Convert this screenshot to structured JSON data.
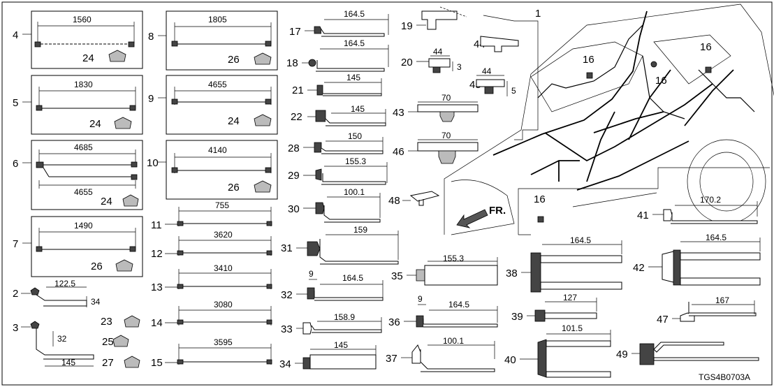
{
  "diagram": {
    "code": "TGS4B0703A",
    "fr_label": "FR.",
    "callouts": {
      "c1": "1",
      "c2": "2",
      "c3": "3",
      "c4": "4",
      "c5": "5",
      "c6": "6",
      "c7": "7",
      "c8": "8",
      "c9": "9",
      "c10": "10",
      "c11": "11",
      "c12": "12",
      "c13": "13",
      "c14": "14",
      "c15": "15",
      "c16a": "16",
      "c16b": "16",
      "c16c": "16",
      "c16d": "16",
      "c17": "17",
      "c18": "18",
      "c19": "19",
      "c20": "20",
      "c21": "21",
      "c22": "22",
      "c23": "23",
      "c24a": "24",
      "c24b": "24",
      "c24c": "24",
      "c25": "25",
      "c26a": "26",
      "c26b": "26",
      "c26c": "26",
      "c27": "27",
      "c28": "28",
      "c29": "29",
      "c30": "30",
      "c31": "31",
      "c32": "32",
      "c33": "33",
      "c34": "34",
      "c35": "35",
      "c36": "36",
      "c37": "37",
      "c38": "38",
      "c39": "39",
      "c40": "40",
      "c41": "41",
      "c42": "42",
      "c43": "43",
      "c44": "44",
      "c45": "45",
      "c46": "46",
      "c47": "47",
      "c48": "48",
      "c49": "49"
    },
    "dims": {
      "p4": "1560",
      "p5": "1830",
      "p6a": "4685",
      "p6b": "4655",
      "p7": "1490",
      "p8": "1805",
      "p9": "4655",
      "p10": "4140",
      "p11": "755",
      "p12": "3620",
      "p13": "3410",
      "p14": "3080",
      "p15": "3595",
      "p2": "122.5",
      "p2h": "34",
      "p3h": "32",
      "p3": "145",
      "p17": "164.5",
      "p18": "164.5",
      "p21": "145",
      "p22": "145",
      "p28": "150",
      "p29": "155.3",
      "p30": "100.1",
      "p31": "159",
      "p32a": "9",
      "p32b": "164.5",
      "p33": "158.9",
      "p34": "145",
      "p20a": "44",
      "p20b": "3",
      "p45a": "44",
      "p45b": "5",
      "p43": "70",
      "p46": "70",
      "p35": "155.3",
      "p36a": "9",
      "p36b": "164.5",
      "p37": "100.1",
      "p38": "164.5",
      "p39": "127",
      "p40": "101.5",
      "p41": "170.2",
      "p42": "164.5",
      "p47": "167"
    }
  }
}
